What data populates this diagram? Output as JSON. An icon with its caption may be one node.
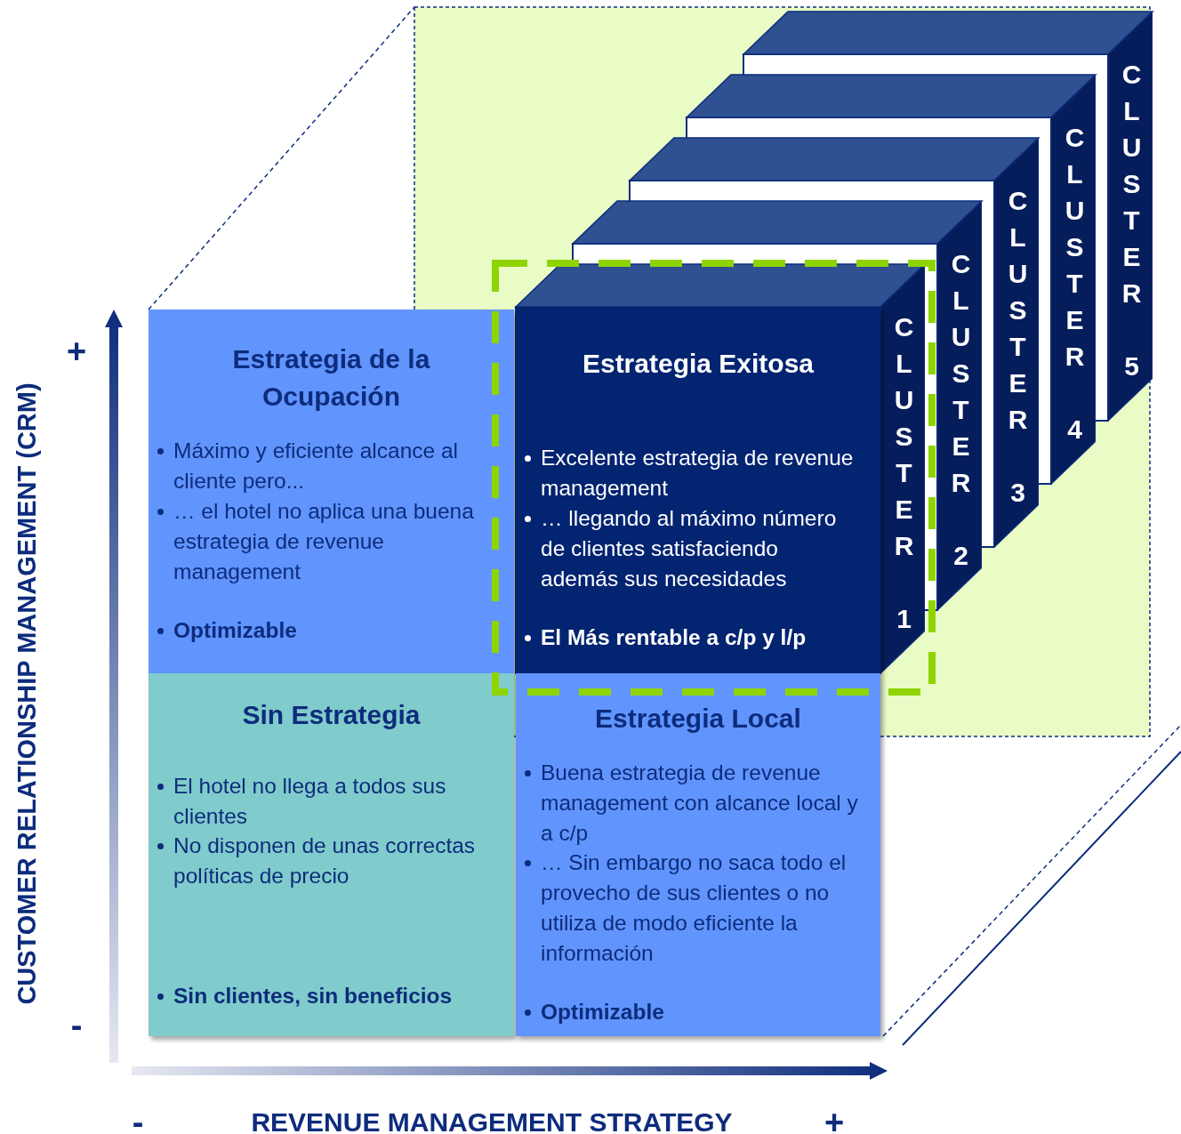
{
  "diagram": {
    "nodes": [
      {
        "text": [
          "Estrategia de la Ocupación",
          "Máximo y eficiente alcance al cliente pero...",
          "… el hotel no aplica una buena estrategia de revenue management",
          "Optimizable"
        ]
      },
      {
        "text": [
          "Estrategia Exitosa",
          "Excelente estrategia de revenue management",
          "… llegando al máximo número de clientes satisfaciendo además sus necesidades",
          "El Más rentable a c/p y l/p"
        ]
      },
      {
        "text": [
          "Sin Estrategia",
          "El hotel no llega a todos sus clientes",
          "No disponen de unas correctas políticas de precio",
          "Sin clientes, sin beneficios"
        ]
      },
      {
        "text": [
          "Estrategia Local",
          "Buena estrategia de revenue management con alcance local y a c/p",
          "… Sin embargo no saca todo el provecho de sus clientes o no utiliza de modo eficiente la información",
          "Optimizable"
        ]
      },
      {
        "text": [
          "CLUSTER 1"
        ]
      },
      {
        "text": [
          "CLUSTER 2"
        ]
      },
      {
        "text": [
          "CLUSTER 3"
        ]
      },
      {
        "text": [
          "CLUSTER 4"
        ]
      },
      {
        "text": [
          "CLUSTER 5"
        ]
      }
    ],
    "labels": [
      "CUSTOMER RELATIONSHIP MANAGEMENT (CRM)",
      "+",
      "-",
      "-",
      "REVENUE MANAGEMENT STRATEGY",
      "+"
    ]
  }
}
